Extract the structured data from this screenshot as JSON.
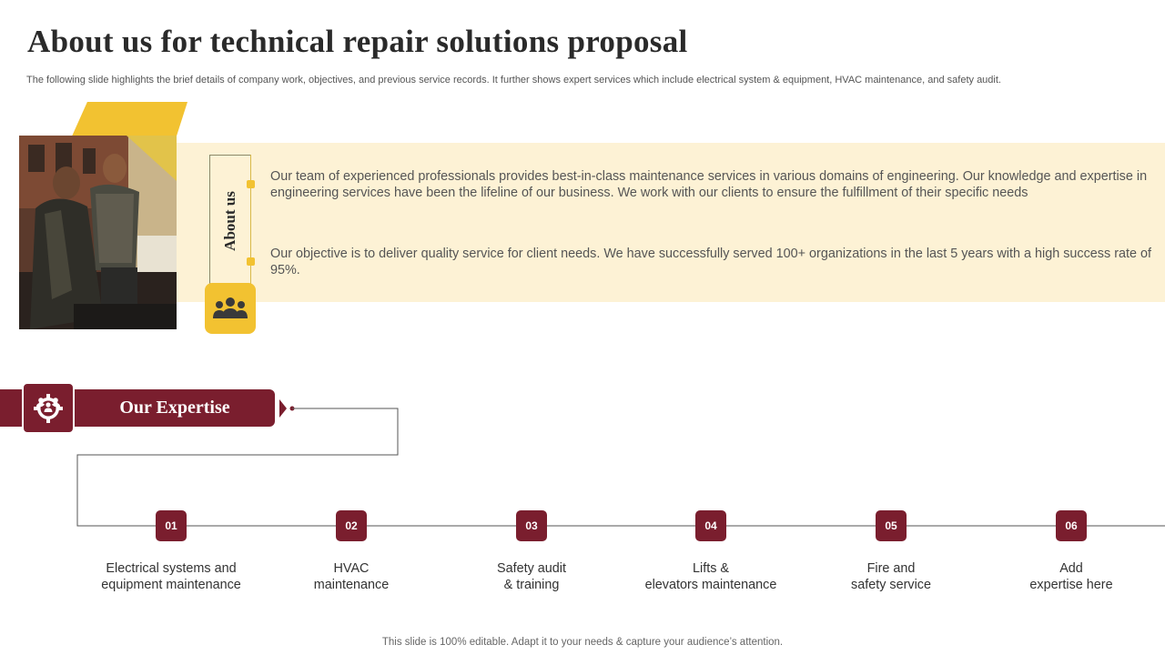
{
  "slide": {
    "title": "About us for technical repair solutions proposal",
    "subtitle": "The following slide highlights the brief details of company work, objectives, and previous service records. It further shows expert services which include electrical system & equipment, HVAC maintenance, and safety audit."
  },
  "about": {
    "label": "About us",
    "paragraph_1": "Our team of experienced professionals provides best-in-class maintenance services in various domains of engineering. Our knowledge and expertise in engineering services have been the lifeline of our business. We work with our clients to ensure the fulfillment of their specific needs",
    "paragraph_2": "Our objective is to deliver quality service for client needs. We have successfully served 100+ organizations in the last 5 years with a high success rate of 95%.",
    "icon": "team-icon"
  },
  "expertise": {
    "heading": "Our Expertise",
    "icon": "team-gear-icon",
    "steps": [
      {
        "number": "01",
        "label": "Electrical systems and\nequipment maintenance"
      },
      {
        "number": "02",
        "label": "HVAC\nmaintenance"
      },
      {
        "number": "03",
        "label": "Safety audit\n& training"
      },
      {
        "number": "04",
        "label": "Lifts &\nelevators maintenance"
      },
      {
        "number": "05",
        "label": "Fire and\nsafety service"
      },
      {
        "number": "06",
        "label": "Add\nexpertise here"
      }
    ]
  },
  "footer": "This slide is 100% editable. Adapt it to your needs & capture your audience’s attention.",
  "colors": {
    "accent_yellow": "#f2c231",
    "band_cream": "#fdf2d5",
    "maroon": "#7a1e2e"
  }
}
